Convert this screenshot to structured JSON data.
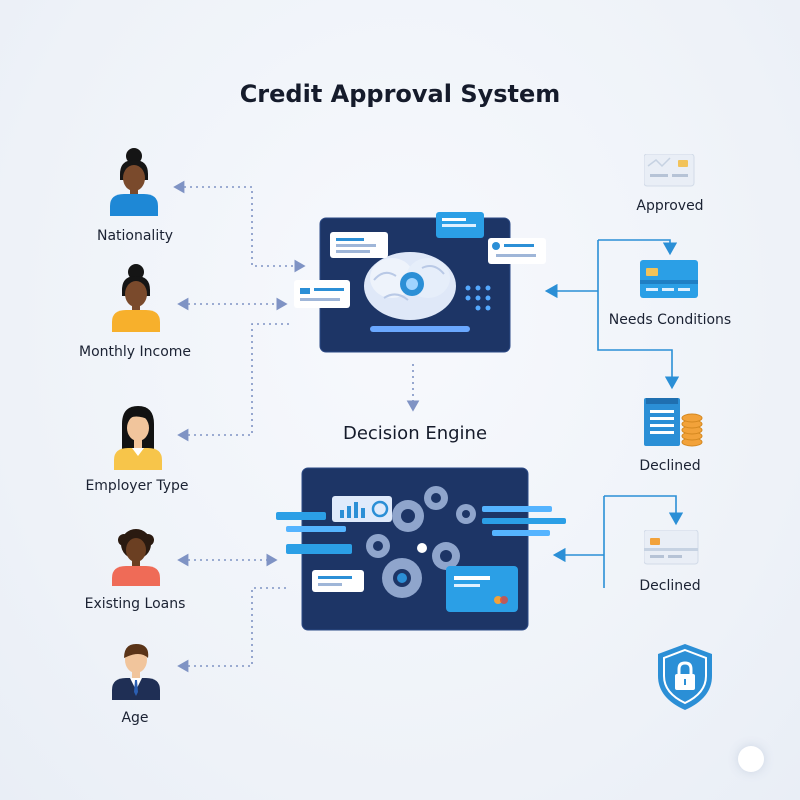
{
  "title": "Credit Approval System",
  "engine_label": "Decision Engine",
  "inputs": [
    {
      "label": "Nationality",
      "icon": "woman-bun-icon",
      "shirt": "#1e88d6",
      "skin": "#7a4a2c",
      "hair": "#151515"
    },
    {
      "label": "Monthly Income",
      "icon": "woman-bun-icon",
      "shirt": "#f7b02c",
      "skin": "#7a4a2c",
      "hair": "#151515"
    },
    {
      "label": "Employer Type",
      "icon": "woman-long-hair-icon",
      "shirt": "#f7c54a",
      "skin": "#f1c59c",
      "hair": "#121212"
    },
    {
      "label": "Existing Loans",
      "icon": "man-curly-hair-icon",
      "shirt": "#ef6b57",
      "skin": "#6b3f22",
      "hair": "#2a1a10"
    },
    {
      "label": "Age",
      "icon": "man-suit-icon",
      "shirt": "#1f2f55",
      "skin": "#f1c59c",
      "hair": "#5a3418"
    }
  ],
  "outcomes": [
    {
      "label": "Approved",
      "icon": "card-approved-icon"
    },
    {
      "label": "Needs Conditions",
      "icon": "card-needs-conditions-icon"
    },
    {
      "label": "Declined",
      "icon": "declined-document-coins-icon"
    },
    {
      "label": "Declined",
      "icon": "card-declined-icon"
    }
  ],
  "colors": {
    "accent": "#2b8fd6",
    "panel": "#1d3566",
    "arrow_dotted": "#7f93c4",
    "shield": "#2b8fd6"
  }
}
